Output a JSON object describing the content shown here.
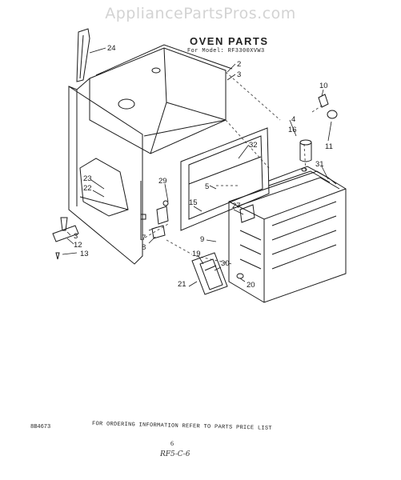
{
  "watermark": "AppliancePartsPros.com",
  "title": "OVEN PARTS",
  "subtitle": "For Model: RF3300XVW3",
  "footer": {
    "code": "8B4673",
    "note": "FOR ORDERING INFORMATION REFER TO PARTS PRICE LIST",
    "page": "6",
    "handwritten": "RF5-C-6"
  },
  "callouts": [
    "24",
    "2",
    "3",
    "4",
    "16",
    "10",
    "5",
    "11",
    "32",
    "31",
    "27",
    "29",
    "23",
    "22",
    "15",
    "7",
    "8",
    "9",
    "19",
    "30",
    "21",
    "20",
    "3",
    "12",
    "13"
  ]
}
